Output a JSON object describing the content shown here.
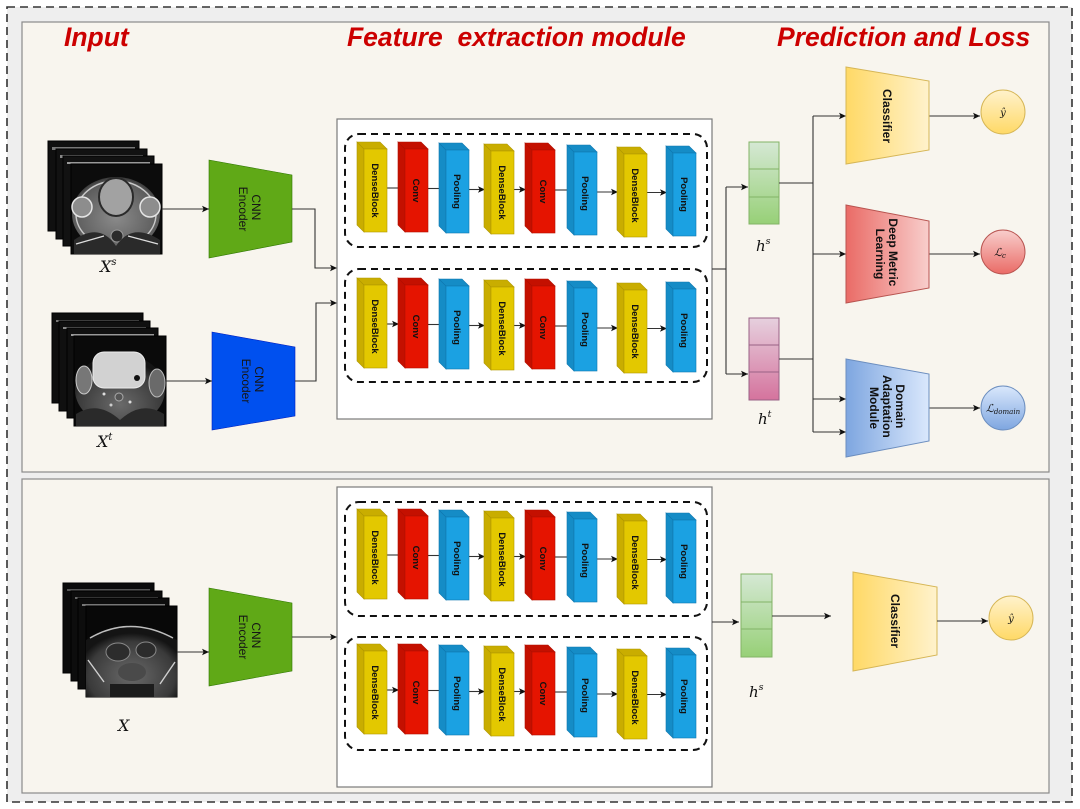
{
  "headings": {
    "input": "Input",
    "feature_extraction": "Feature  extraction module",
    "prediction_loss": "Prediction and Loss"
  },
  "training": {
    "source_input": {
      "symbol": "X",
      "sup": "s"
    },
    "target_input": {
      "symbol": "X",
      "sup": "t"
    },
    "source_encoder": {
      "lines": [
        "CNN",
        "Encoder"
      ],
      "color": "#60a917"
    },
    "target_encoder": {
      "lines": [
        "CNN",
        "Encoder"
      ],
      "color": "#0050ef"
    },
    "feature_rows": [
      [
        "DenseBlock",
        "Conv",
        "Pooling",
        "DenseBlock",
        "Conv",
        "Pooling",
        "DenseBlock",
        "Pooling"
      ],
      [
        "DenseBlock",
        "Conv",
        "Pooling",
        "DenseBlock",
        "Conv",
        "Pooling",
        "DenseBlock",
        "Pooling"
      ]
    ],
    "source_feature": {
      "symbol": "h",
      "sup": "s"
    },
    "target_feature": {
      "symbol": "h",
      "sup": "t"
    },
    "heads": [
      {
        "lines": [
          "Classifier"
        ],
        "output": {
          "symbol": "ŷ"
        }
      },
      {
        "lines": [
          "Deep Metric",
          "Learning"
        ],
        "output": {
          "symbol": "ℒ",
          "sub": "c"
        }
      },
      {
        "lines": [
          "Domain",
          "Adaptation",
          "Module"
        ],
        "output": {
          "symbol": "ℒ",
          "sub": "domain"
        }
      }
    ]
  },
  "inference": {
    "input": {
      "symbol": "X"
    },
    "encoder": {
      "lines": [
        "CNN",
        "Encoder"
      ],
      "color": "#60a917"
    },
    "feature_rows": [
      [
        "DenseBlock",
        "Conv",
        "Pooling",
        "DenseBlock",
        "Conv",
        "Pooling",
        "DenseBlock",
        "Pooling"
      ],
      [
        "DenseBlock",
        "Conv",
        "Pooling",
        "DenseBlock",
        "Conv",
        "Pooling",
        "DenseBlock",
        "Pooling"
      ]
    ],
    "feature": {
      "symbol": "h",
      "sup": "s"
    },
    "head": {
      "lines": [
        "Classifier"
      ],
      "output": {
        "symbol": "ŷ"
      }
    }
  },
  "colors": {
    "heading": "#cc0000",
    "panel_bg": "#f8f5ee",
    "blocks": {
      "DenseBlock": {
        "front": "#e3c800",
        "shade": "#c9ad00",
        "stroke": "#b09700"
      },
      "Conv": {
        "front": "#e51400",
        "shade": "#c41000",
        "stroke": "#b20f00"
      },
      "Pooling": {
        "front": "#1ba1e2",
        "shade": "#158cc6",
        "stroke": "#1078b0"
      }
    }
  }
}
